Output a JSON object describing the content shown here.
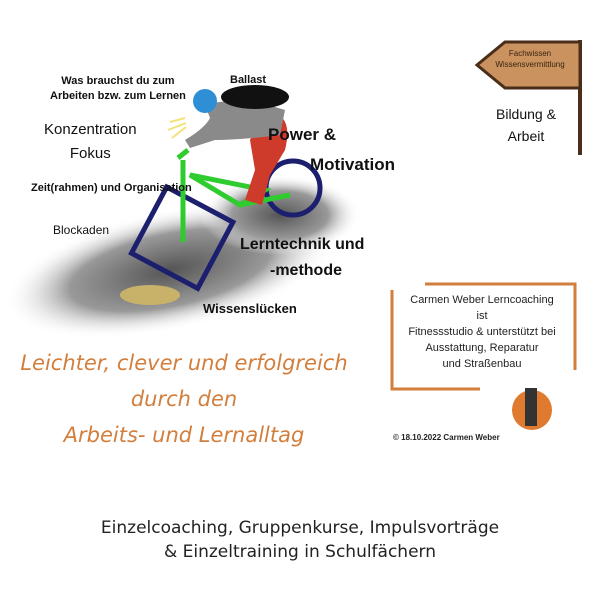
{
  "illustration": {
    "question": [
      "Was brauchst du zum",
      "Arbeiten bzw. zum Lernen"
    ],
    "ballast": "Ballast",
    "konzentration": [
      "Konzentration",
      "Fokus"
    ],
    "power": [
      "Power &",
      "Motivation"
    ],
    "zeit": "Zeit(rahmen) und Organisation",
    "blockaden": "Blockaden",
    "lerntechnik": [
      "Lerntechnik und",
      "-methode"
    ],
    "wissensluecken": "Wissenslücken"
  },
  "signpost": {
    "sign": [
      "Fachwissen",
      "Wissensvermittlung"
    ],
    "label": [
      "Bildung &",
      "Arbeit"
    ]
  },
  "slogan": [
    "Leichter, clever und erfolgreich",
    "durch den",
    "Arbeits- und Lernalltag"
  ],
  "info_box": [
    "Carmen Weber Lerncoaching",
    "ist",
    "Fitnessstudio & unterstützt bei",
    "Ausstattung, Reparatur",
    "und Straßenbau"
  ],
  "copyright": "© 18.10.2022  Carmen Weber",
  "footer": [
    "Einzelcoaching, Gruppenkurse,  Impulsvorträge",
    "& Einzeltraining in Schulfächern"
  ],
  "colors": {
    "accent": "#d27f3e",
    "bike": "#2ecc2e",
    "wheel": "#1b1f6e",
    "helmet": "#2e8fd6",
    "legs": "#cf3b2b"
  }
}
